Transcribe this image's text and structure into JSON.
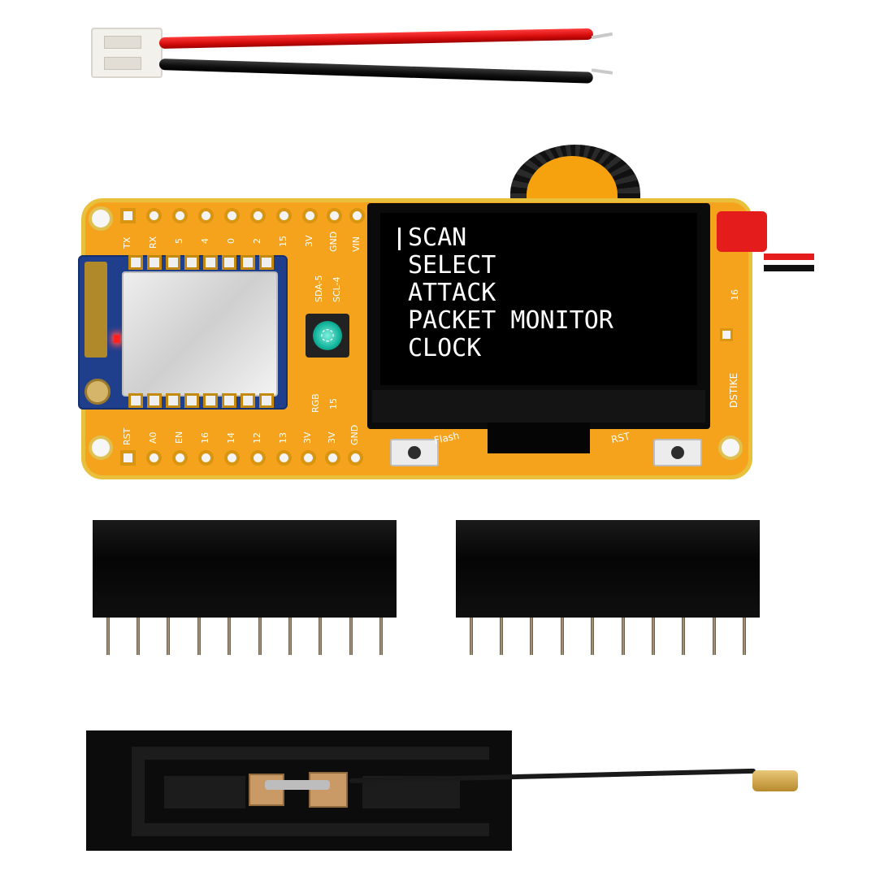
{
  "screen": {
    "menu": [
      "SCAN",
      "SELECT",
      "ATTACK",
      "PACKET MONITOR",
      "CLOCK"
    ],
    "selected_index": 0
  },
  "board": {
    "top_pin_labels": [
      "TX",
      "RX",
      "5",
      "4",
      "0",
      "2",
      "15",
      "3V",
      "GND",
      "VIN"
    ],
    "bottom_pin_labels": [
      "RST",
      "A0",
      "EN",
      "16",
      "14",
      "12",
      "13",
      "3V",
      "3V",
      "GND"
    ],
    "i2c_labels": [
      "SDA-5",
      "SCL-4"
    ],
    "rgb_labels": [
      "RGB",
      "15"
    ],
    "right_edge_labels": [
      "16",
      "DSTIKE"
    ],
    "button_labels": [
      "Flash",
      "RST"
    ]
  },
  "colors": {
    "pcb": "#f5a31c",
    "pcb_edge": "#e9c03c",
    "esp_module": "#1f3f8d",
    "oled_text": "#ffffff",
    "wire_red": "#d40c0c",
    "wire_black": "#0d0d0d",
    "rgb_led": "#12b39b"
  }
}
